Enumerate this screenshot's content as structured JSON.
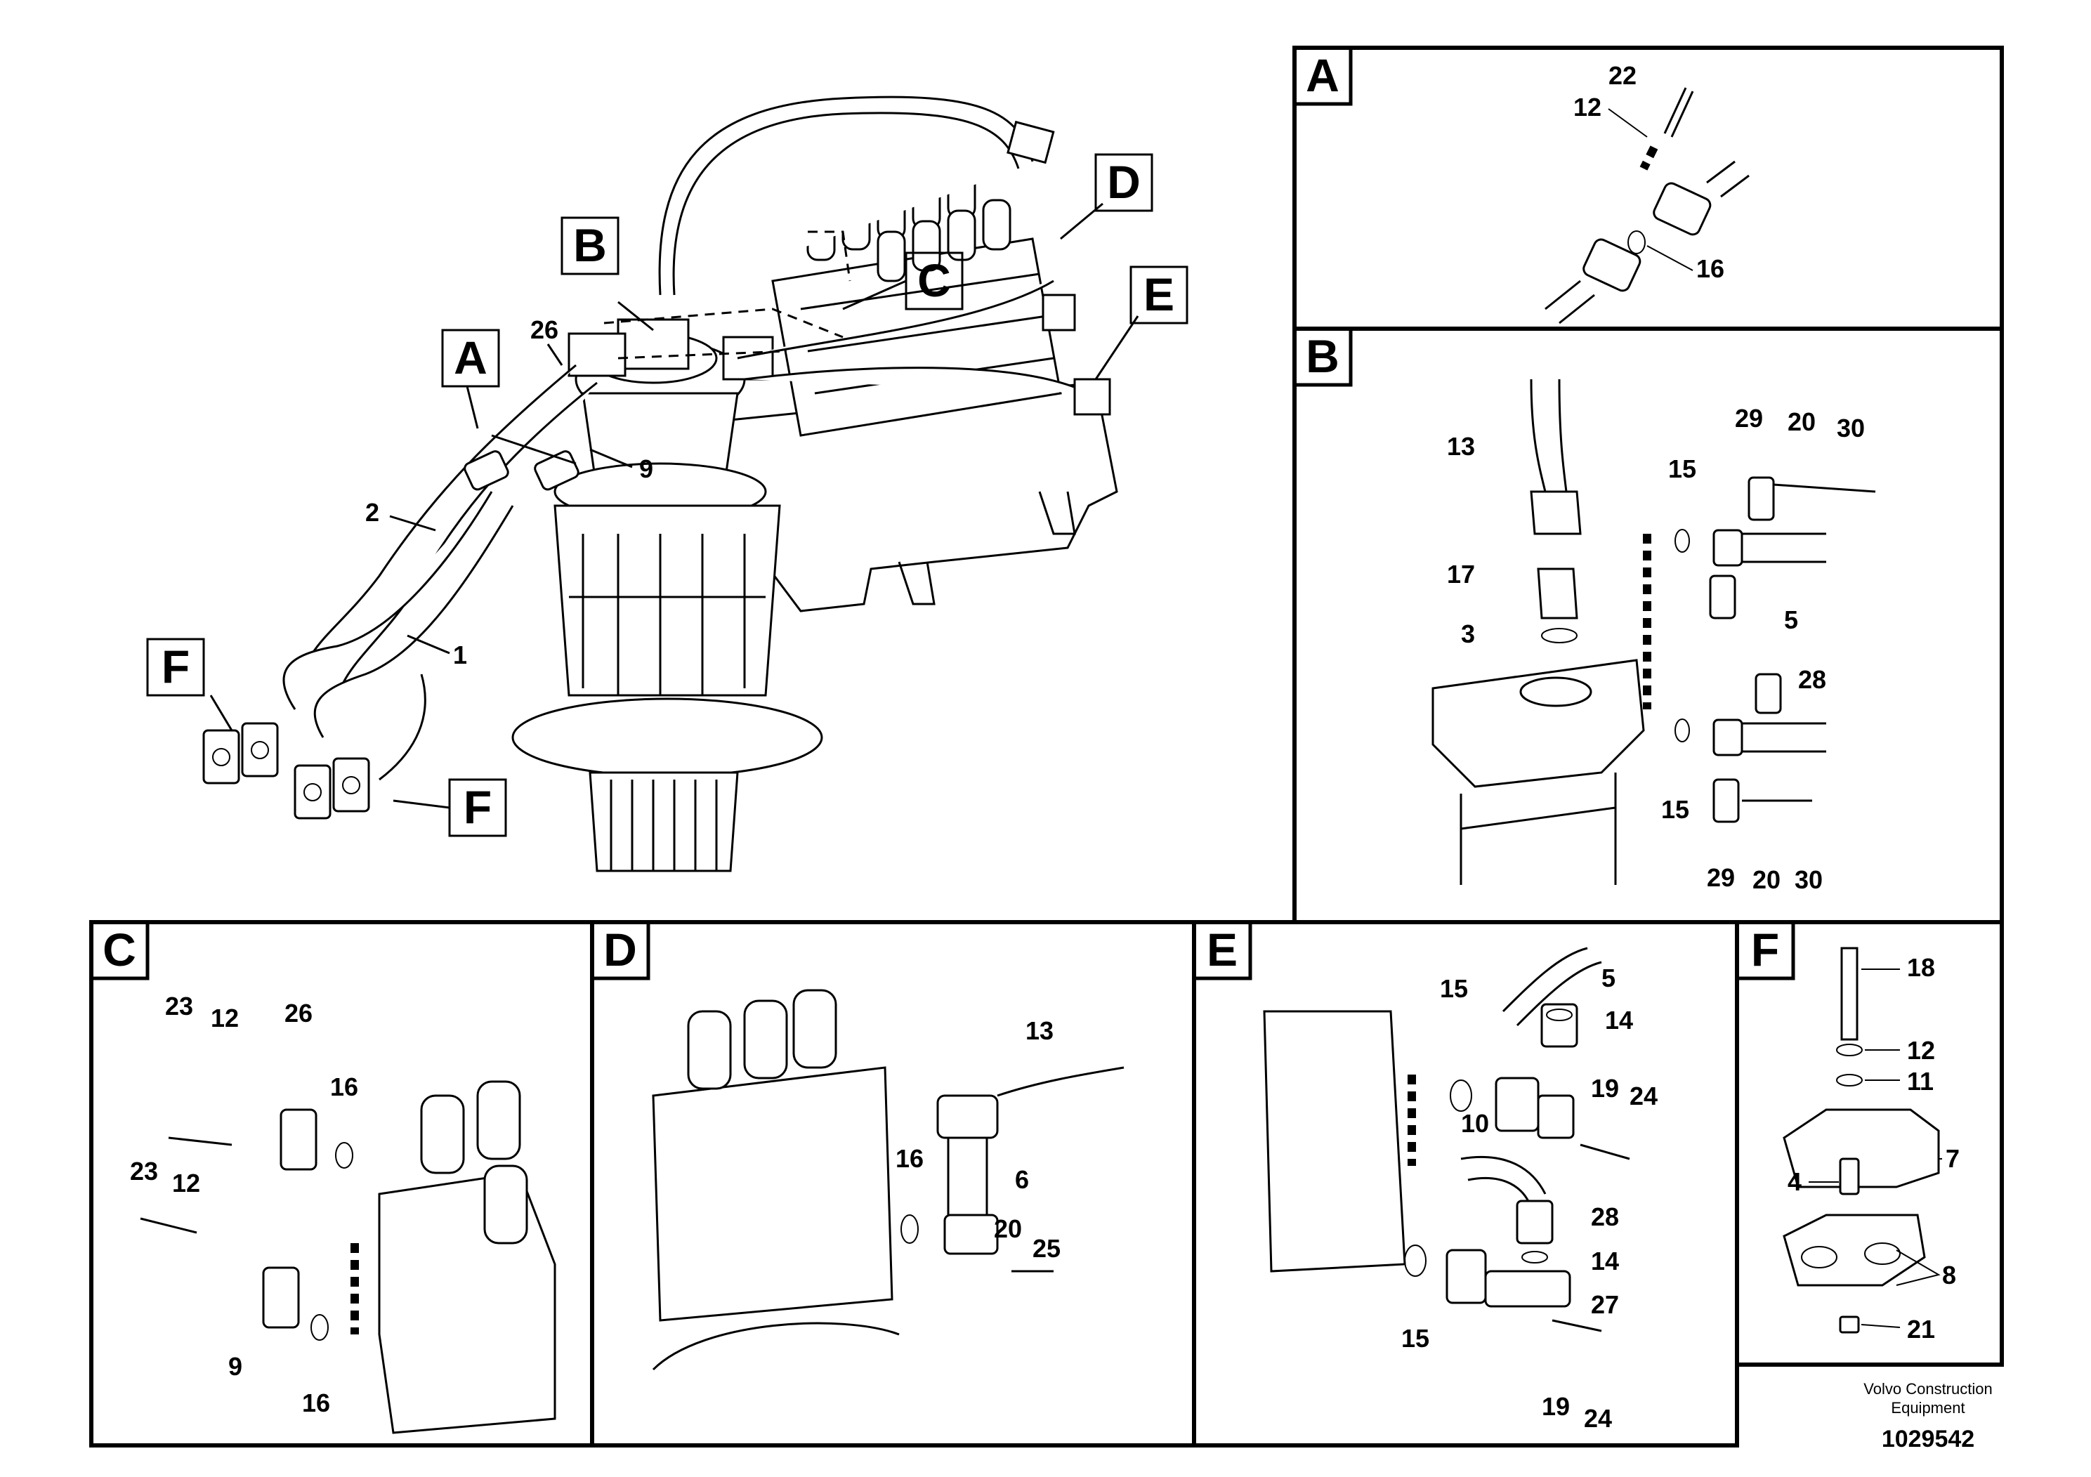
{
  "main_view": {
    "callouts": {
      "c26": "26",
      "c9": "9",
      "c2": "2",
      "c1": "1"
    },
    "refs": {
      "A": "A",
      "B": "B",
      "C": "C",
      "D": "D",
      "E": "E",
      "F1": "F",
      "F2": "F"
    }
  },
  "detail_A": {
    "letter": "A",
    "callouts": {
      "c22": "22",
      "c12": "12",
      "c16": "16"
    }
  },
  "detail_B": {
    "letter": "B",
    "callouts": {
      "c13": "13",
      "c17": "17",
      "c3": "3",
      "c15a": "15",
      "c15b": "15",
      "c29a": "29",
      "c20a": "20",
      "c30a": "30",
      "c5": "5",
      "c28": "28",
      "c29b": "29",
      "c20b": "20",
      "c30b": "30"
    }
  },
  "detail_C": {
    "letter": "C",
    "callouts": {
      "c23a": "23",
      "c12a": "12",
      "c26": "26",
      "c16a": "16",
      "c23b": "23",
      "c12b": "12",
      "c9": "9",
      "c16b": "16"
    }
  },
  "detail_D": {
    "letter": "D",
    "callouts": {
      "c13": "13",
      "c16": "16",
      "c6": "6",
      "c20": "20",
      "c25": "25"
    }
  },
  "detail_E": {
    "letter": "E",
    "callouts": {
      "c15a": "15",
      "c5": "5",
      "c14a": "14",
      "c19a": "19",
      "c24a": "24",
      "c10": "10",
      "c28": "28",
      "c14b": "14",
      "c15b": "15",
      "c27": "27",
      "c19b": "19",
      "c24b": "24"
    }
  },
  "detail_F": {
    "letter": "F",
    "callouts": {
      "c18": "18",
      "c12": "12",
      "c11": "11",
      "c7": "7",
      "c4": "4",
      "c8": "8",
      "c21": "21"
    }
  },
  "footer": {
    "company_line1": "Volvo Construction",
    "company_line2": "Equipment",
    "drawing_number": "1029542"
  }
}
